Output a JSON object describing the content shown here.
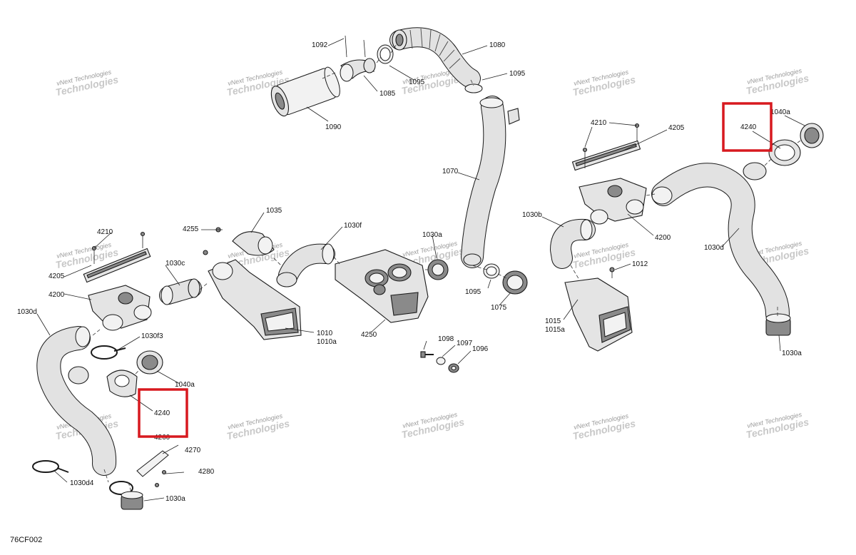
{
  "diagram_id": "76CF002",
  "watermark": {
    "line1": "vNext Technologies",
    "line2": "Technologies"
  },
  "callouts": [
    "1092",
    "1080",
    "1095",
    "1095",
    "1085",
    "1090",
    "1070",
    "4210",
    "4205",
    "4240",
    "1040a",
    "1030b",
    "4200",
    "1030d",
    "1012",
    "1015",
    "1015a",
    "1030a",
    "1035",
    "4255",
    "1030f",
    "1030a",
    "4210",
    "4205",
    "4200",
    "1030c",
    "1010",
    "1010a",
    "4250",
    "1095",
    "1075",
    "1098",
    "1097",
    "1096",
    "1030d",
    "1030f3",
    "1040a",
    "4240",
    "4260",
    "4270",
    "4280",
    "1030d4",
    "1030a"
  ],
  "highlight_color": "#d7191f"
}
